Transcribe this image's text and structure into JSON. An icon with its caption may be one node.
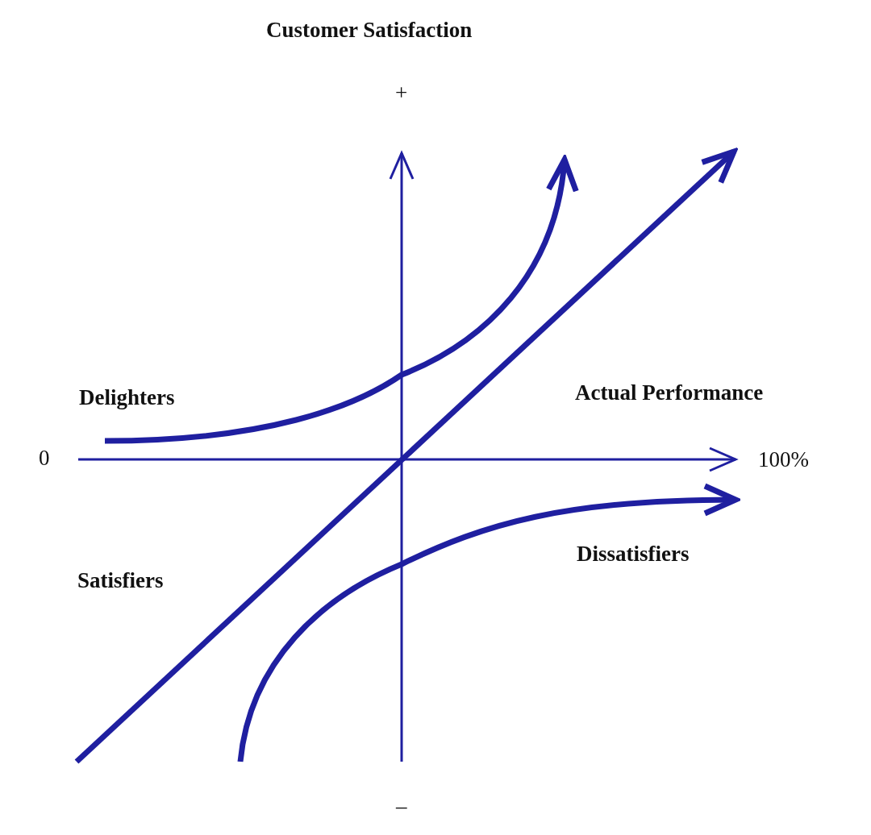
{
  "diagram": {
    "labels": [
      "Customer Satisfaction",
      "+",
      "Delighters",
      "Actual Performance",
      "0",
      "100%",
      "Satisfiers",
      "Dissatisfiers",
      "–"
    ]
  }
}
